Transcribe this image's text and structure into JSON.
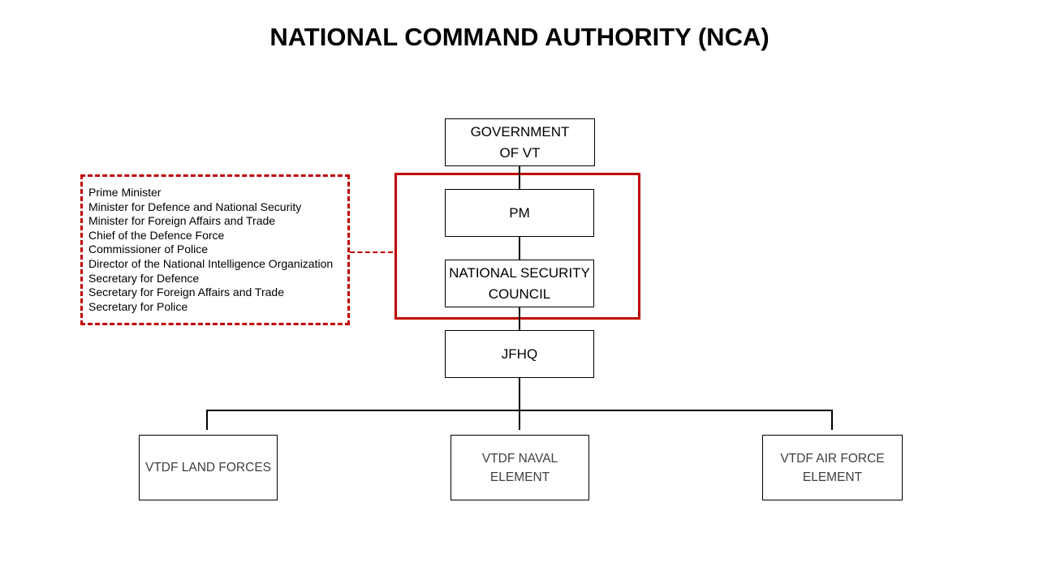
{
  "title": "NATIONAL COMMAND AUTHORITY (NCA)",
  "nodes": {
    "government": "GOVERNMENT\nOF VT",
    "pm": "PM",
    "nsc": "NATIONAL SECURITY\nCOUNCIL",
    "jfhq": "JFHQ",
    "land": "VTDF LAND FORCES",
    "naval": "VTDF NAVAL\nELEMENT",
    "air": "VTDF AIR FORCE\nELEMENT"
  },
  "nsc_members": [
    "Prime Minister",
    "Minister for Defence and National Security",
    "Minister for Foreign Affairs and Trade",
    "Chief of the Defence Force",
    "Commissioner of Police",
    "Director of the National Intelligence Organization",
    "Secretary for Defence",
    "Secretary for Foreign Affairs and Trade",
    "Secretary for Police"
  ],
  "colors": {
    "highlight": "#c00000",
    "sub_text": "#404040"
  }
}
